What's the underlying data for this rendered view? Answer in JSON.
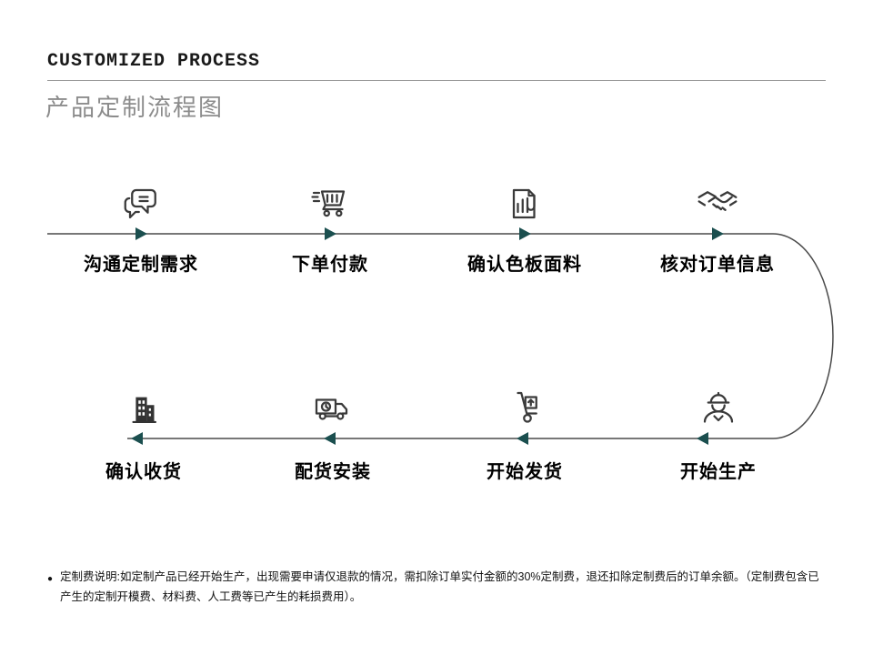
{
  "colors": {
    "arrow-color": "#1b4f4f",
    "line-color": "#4a4a4a",
    "title-color": "#8c8c8c",
    "icon-color": "#3a3a3a",
    "text-color": "#1a1a1a"
  },
  "header": {
    "eyebrow": "CUSTOMIZED PROCESS",
    "title": "产品定制流程图"
  },
  "flow": {
    "top_row": [
      {
        "label": "沟通定制需求",
        "icon": "chat-bubbles-icon"
      },
      {
        "label": "下单付款",
        "icon": "shopping-cart-icon"
      },
      {
        "label": "确认色板面料",
        "icon": "fabric-swatch-document-icon"
      },
      {
        "label": "核对订单信息",
        "icon": "handshake-icon"
      }
    ],
    "bottom_row": [
      {
        "label": "确认收货",
        "icon": "building-icon"
      },
      {
        "label": "配货安装",
        "icon": "delivery-truck-icon"
      },
      {
        "label": "开始发货",
        "icon": "hand-truck-icon"
      },
      {
        "label": "开始生产",
        "icon": "construction-worker-icon"
      }
    ]
  },
  "note": {
    "bullet": "●",
    "text": "定制费说明:如定制产品已经开始生产，出现需要申请仅退款的情况，需扣除订单实付金额的30%定制费，退还扣除定制费后的订单余额。（定制费包含已产生的定制开模费、材料费、人工费等已产生的耗损费用）。"
  }
}
